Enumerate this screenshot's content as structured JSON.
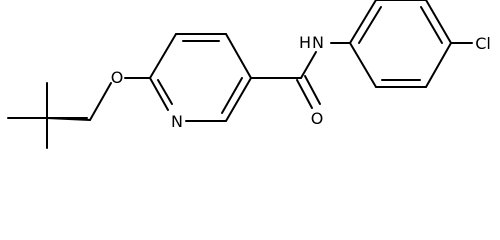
{
  "molecule": {
    "atoms": {
      "nitrogen_amide": "N",
      "hydrogen_amide": "H",
      "chlorine": "Cl",
      "oxygen_carbonyl": "O",
      "oxygen_ether": "O",
      "nitrogen_ring": "N"
    }
  },
  "colors": {
    "bond": "#000000",
    "background": "#ffffff"
  }
}
